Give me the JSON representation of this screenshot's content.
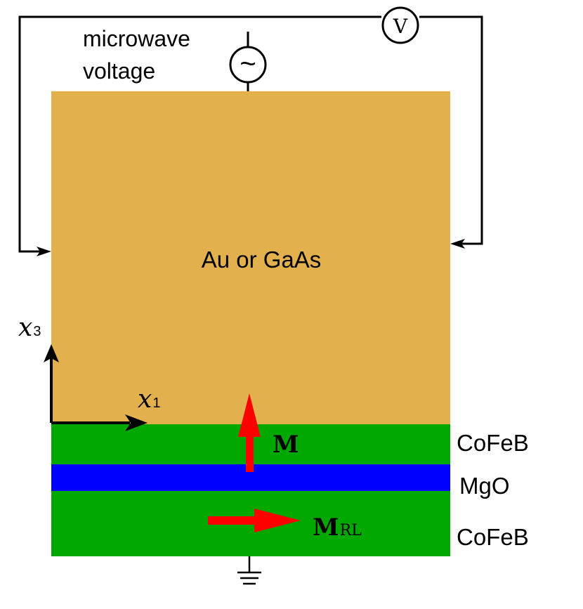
{
  "source_label": {
    "line1": "microwave",
    "line2": "voltage",
    "symbol": "~"
  },
  "voltmeter_label": "V",
  "layers": {
    "top": "Au or GaAs",
    "free": "CoFeB",
    "barrier": "MgO",
    "reference": "CoFeB"
  },
  "axes": {
    "vertical": {
      "var": "x",
      "sub": "3"
    },
    "horizontal": {
      "var": "x",
      "sub": "1"
    }
  },
  "magnetization": {
    "free": "M",
    "reference": "M",
    "reference_sub": "RL"
  },
  "colors": {
    "top": "#e2b04c",
    "cofeb": "#00a800",
    "mgo": "#0000ff",
    "arrow": "#ff0000",
    "wire": "#000000"
  }
}
